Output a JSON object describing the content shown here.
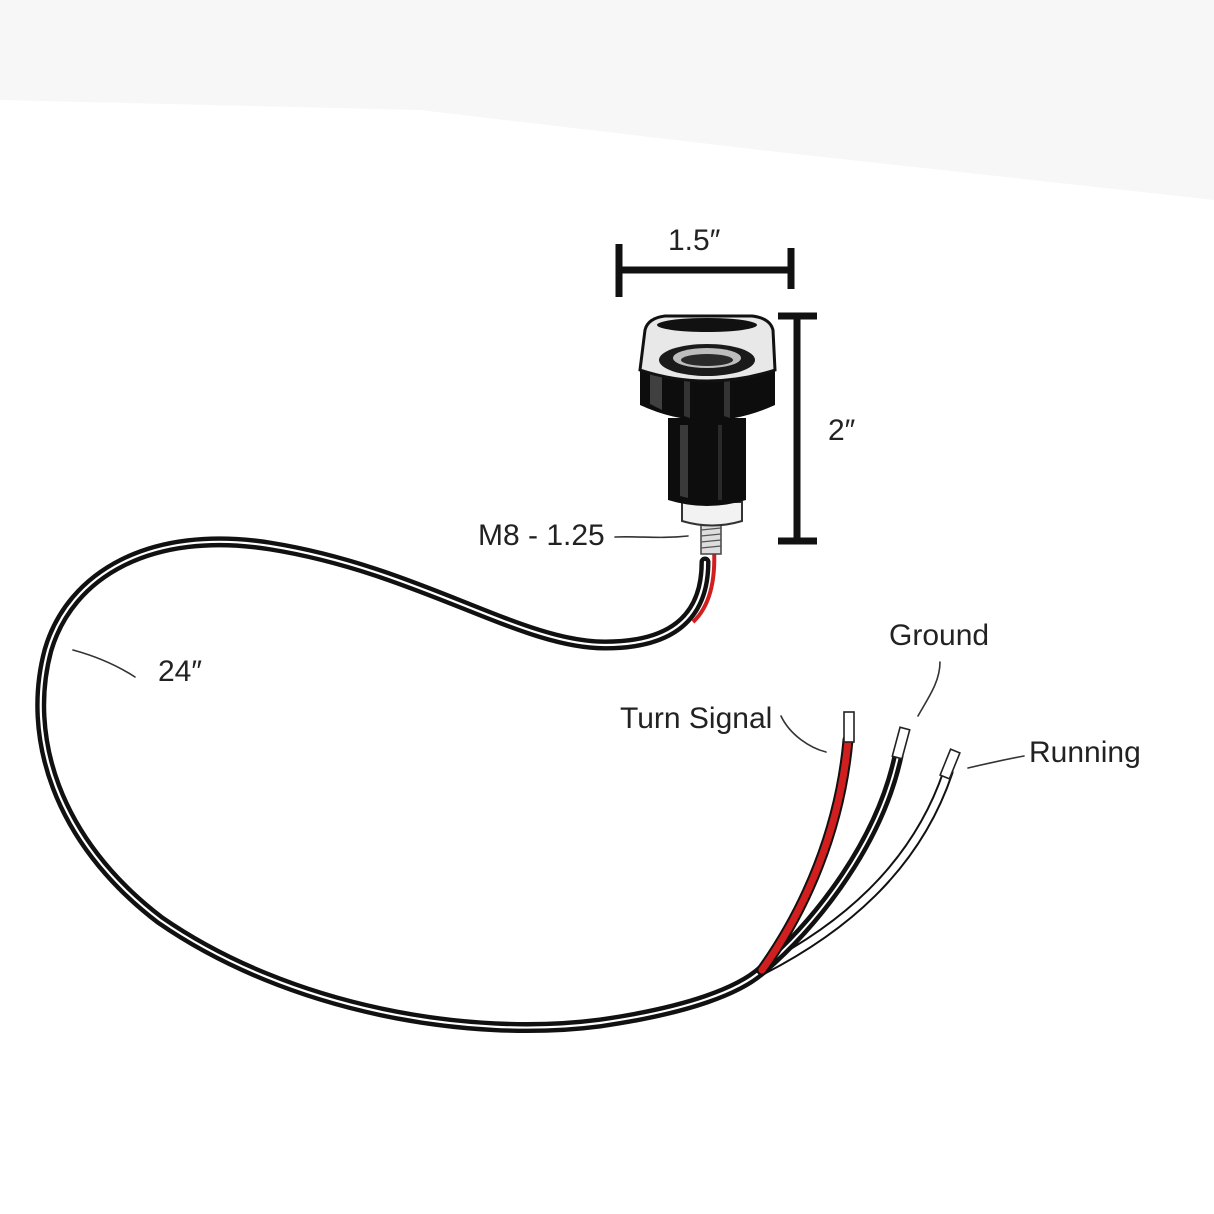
{
  "labels": {
    "width": "1.5″",
    "height": "2″",
    "thread": "M8 - 1.25",
    "length": "24″",
    "turn_signal": "Turn Signal",
    "ground": "Ground",
    "running": "Running"
  },
  "colors": {
    "black_wire": "#111111",
    "red_wire": "#d11f1f",
    "white_wire": "#ffffff",
    "led_body": "#0d0d0d",
    "chrome": "#e8e8e8"
  }
}
